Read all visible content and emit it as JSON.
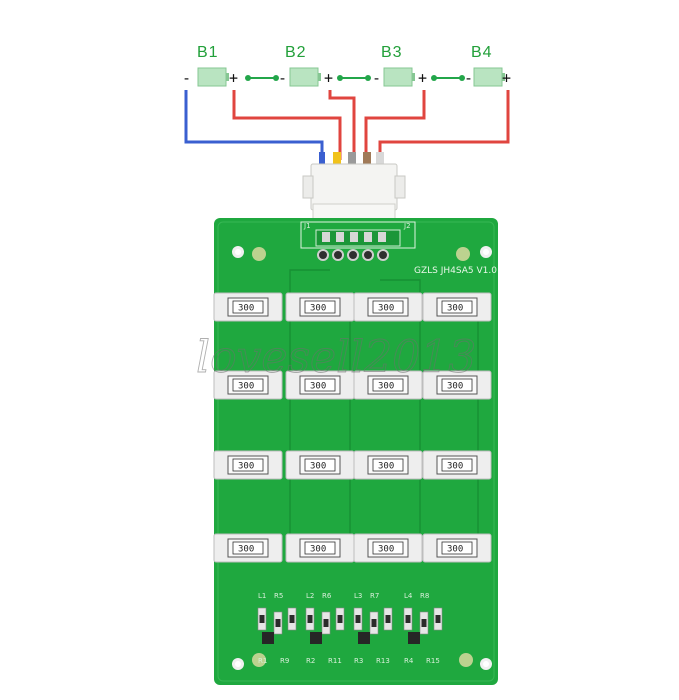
{
  "diagram": {
    "cells": [
      {
        "label": "B1",
        "minus": "-",
        "plus": "+"
      },
      {
        "label": "B2",
        "minus": "-",
        "plus": "+"
      },
      {
        "label": "B3",
        "minus": "-",
        "plus": "+"
      },
      {
        "label": "B4",
        "minus": "-",
        "plus": "+"
      }
    ],
    "wire_colors": {
      "negative": "#3a5fd0",
      "positive": "#e0453f",
      "link": "#23a64a"
    }
  },
  "board": {
    "model_label": "GZLS JH4SA5 V1.0",
    "color": "#1fa83f",
    "connector_labels": [
      "J1",
      "J2"
    ],
    "resistor_marking": "300",
    "bottom_labels": {
      "row1": [
        "L1",
        "R5",
        "L2",
        "R6",
        "L3",
        "R7",
        "L4",
        "R8"
      ],
      "row2": [
        "R1",
        "R9",
        "R2",
        "R11",
        "R3",
        "R13",
        "R4",
        "R15"
      ]
    }
  },
  "watermark": "lovesell2013"
}
